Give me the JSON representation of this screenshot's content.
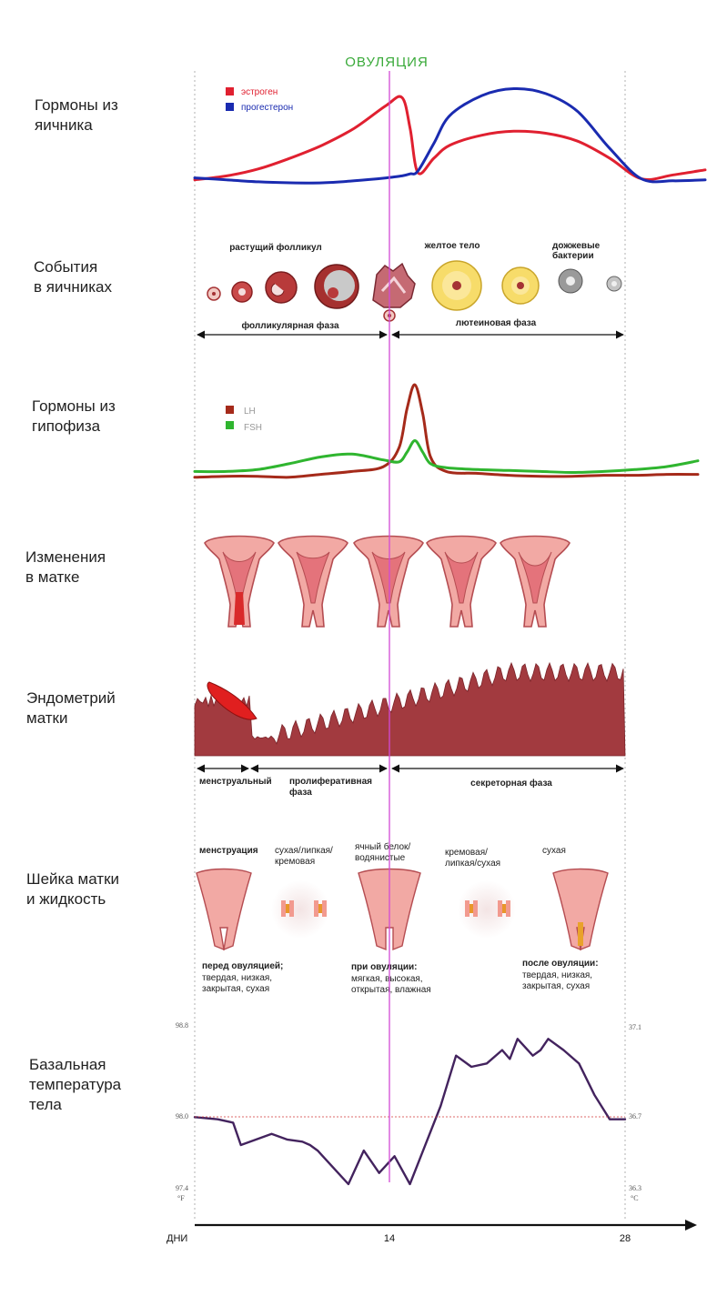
{
  "ovulation_label": "ОВУЛЯЦИЯ",
  "sections": {
    "ovary_hormones": "Гормоны из\nяичника",
    "ovary_events": "События\nв яичниках",
    "pituitary": "Гормоны из\nгипофиза",
    "uterus": "Изменения\nв матке",
    "endometrium": "Эндометрий\nматки",
    "cervix": "Шейка матки\nи жидкость",
    "bbt": "Базальная\nтемпература\nтела"
  },
  "legend_ovary": {
    "estrogen": "эстроген",
    "progesterone": "прогестерон",
    "estrogen_color": "#e02030",
    "progesterone_color": "#1a2bb0"
  },
  "legend_pituitary": {
    "lh": "LH",
    "fsh": "FSH",
    "lh_color": "#a52a1a",
    "fsh_color": "#2fb52f"
  },
  "ovary_events": {
    "growing_follicle": "растущий фолликул",
    "corpus_luteum": "желтое тело",
    "corpus_albicans": "дожжевые\nбактерии",
    "follicular_phase": "фолликулярная фаза",
    "luteal_phase": "лютеиновая фаза"
  },
  "endometrium_phases": {
    "menstrual": "менструальный",
    "proliferative": "пролиферативная\nфаза",
    "secretory": "секреторная фаза"
  },
  "cervix": {
    "menstruation": "менструация",
    "dry_sticky_creamy": "сухая/липкая/\nкремовая",
    "egg_white": "ячный белок/\nводянистые",
    "creamy_sticky_dry": "кремовая/\nлипкая/сухая",
    "dry": "сухая",
    "before_title": "перед овуляцией;",
    "before_desc": "твердая, низкая,\nзакрытая, сухая",
    "at_title": "при овуляции:",
    "at_desc": "мягкая, высокая,\nоткрытая, влажная",
    "after_title": "после овуляции:",
    "after_desc": "твердая, низкая,\nзакрытая, сухая"
  },
  "bbt": {
    "f_ticks": [
      "98.8",
      "98.0",
      "97.4"
    ],
    "f_unit": "°F",
    "c_ticks": [
      "37.1",
      "36.7",
      "36.3"
    ],
    "c_unit": "°C"
  },
  "x_axis": {
    "label": "ДНИ",
    "ticks": [
      "14",
      "28"
    ]
  },
  "chart_data": [
    {
      "type": "line",
      "x": [
        0,
        2,
        4,
        6,
        8,
        10,
        12,
        13,
        13.5,
        14,
        15,
        16,
        18,
        20,
        22,
        24,
        26,
        28,
        30,
        32
      ],
      "xlim": [
        0,
        32
      ],
      "ylim": [
        0,
        1
      ],
      "series": [
        {
          "name": "эстроген",
          "values": [
            0.03,
            0.07,
            0.14,
            0.25,
            0.38,
            0.55,
            0.78,
            0.86,
            0.55,
            0.1,
            0.25,
            0.38,
            0.48,
            0.52,
            0.5,
            0.42,
            0.25,
            0.04,
            0.08,
            0.13
          ]
        },
        {
          "name": "прогестерон",
          "values": [
            0.05,
            0.03,
            0.01,
            0.0,
            0.0,
            0.02,
            0.05,
            0.07,
            0.09,
            0.12,
            0.4,
            0.68,
            0.88,
            0.95,
            0.9,
            0.72,
            0.35,
            0.04,
            0.02,
            0.03
          ]
        }
      ]
    },
    {
      "type": "line",
      "x": [
        0,
        2,
        4,
        6,
        8,
        10,
        12,
        13,
        13.5,
        14,
        14.5,
        15,
        16,
        18,
        20,
        22,
        24,
        26,
        28,
        30,
        32
      ],
      "xlim": [
        0,
        32
      ],
      "ylim": [
        0,
        1
      ],
      "series": [
        {
          "name": "LH",
          "values": [
            0.04,
            0.05,
            0.05,
            0.04,
            0.07,
            0.1,
            0.15,
            0.35,
            0.75,
            1.0,
            0.7,
            0.25,
            0.1,
            0.08,
            0.06,
            0.05,
            0.05,
            0.06,
            0.06,
            0.07,
            0.07
          ]
        },
        {
          "name": "FSH",
          "values": [
            0.1,
            0.1,
            0.12,
            0.18,
            0.25,
            0.28,
            0.22,
            0.2,
            0.3,
            0.42,
            0.3,
            0.18,
            0.14,
            0.12,
            0.11,
            0.1,
            0.09,
            0.1,
            0.12,
            0.15,
            0.21
          ]
        }
      ]
    },
    {
      "type": "line",
      "x": [
        0,
        1.5,
        2.5,
        3,
        4,
        5,
        6,
        7,
        7.5,
        8,
        9,
        10,
        11,
        12,
        13,
        14,
        16,
        17,
        18,
        19,
        20,
        20.5,
        21,
        22,
        22.5,
        23,
        24,
        25,
        26,
        27,
        28
      ],
      "xlim": [
        0,
        28
      ],
      "ylim": [
        97.4,
        98.8
      ],
      "series": [
        {
          "name": "",
          "values": [
            98.0,
            97.98,
            97.95,
            97.75,
            97.8,
            97.85,
            97.8,
            97.78,
            97.75,
            97.7,
            97.55,
            97.4,
            97.7,
            97.5,
            97.65,
            97.4,
            98.1,
            98.55,
            98.45,
            98.48,
            98.6,
            98.52,
            98.7,
            98.55,
            98.6,
            98.7,
            98.6,
            98.48,
            98.2,
            97.98,
            97.98
          ]
        }
      ]
    }
  ]
}
